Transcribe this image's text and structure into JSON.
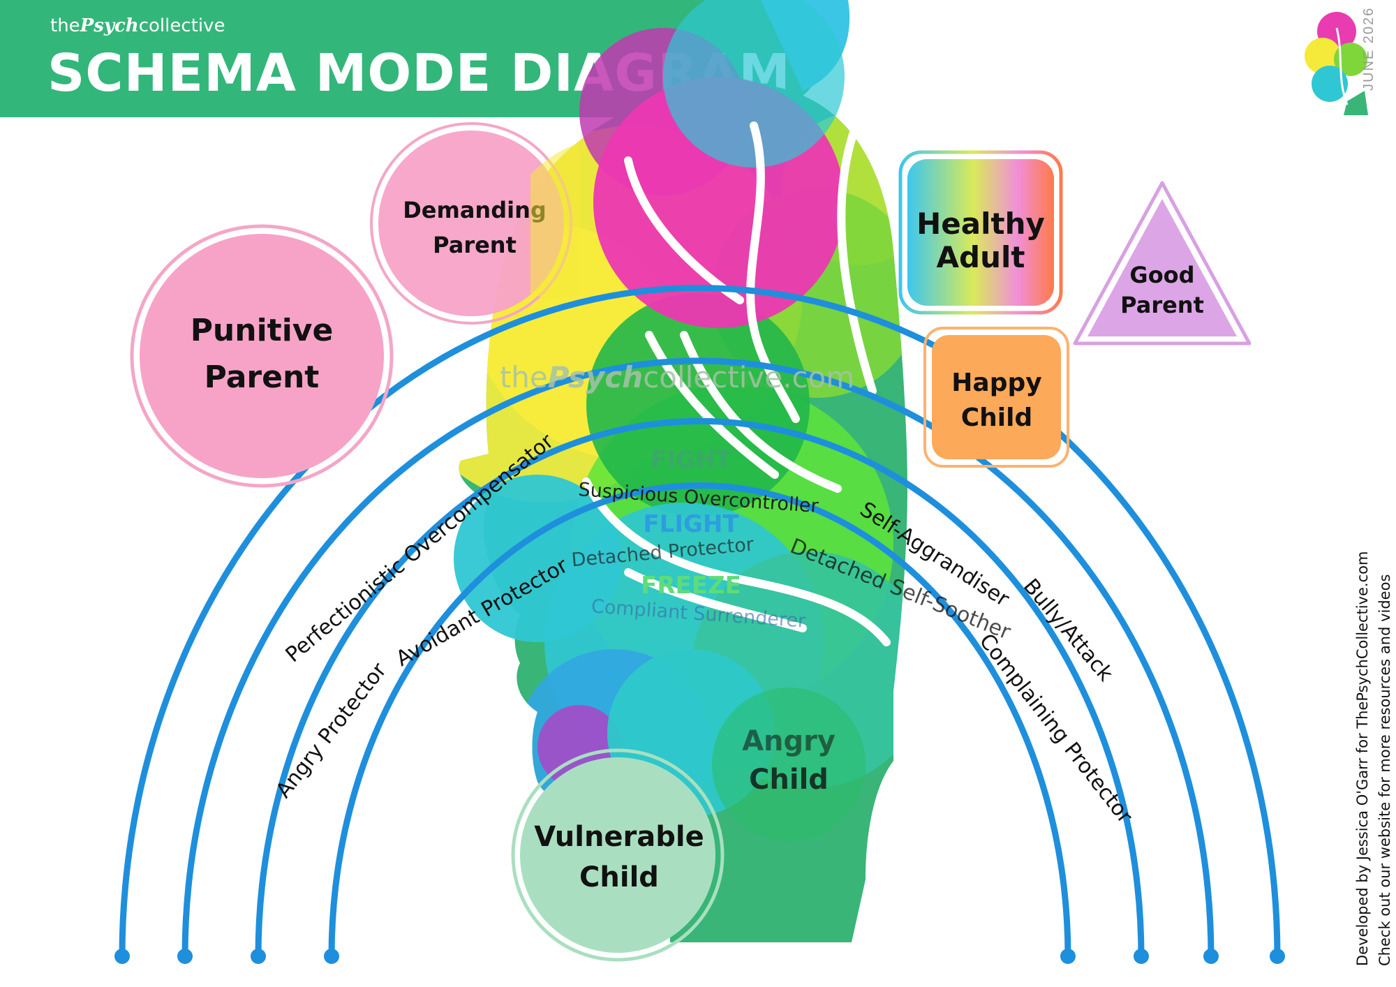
{
  "header": {
    "brand_pre": "the",
    "brand_script": "Psych",
    "brand_post": "collective",
    "title": "SCHEMA MODE DIAGRAM"
  },
  "date": "JUNE 2026",
  "watermark": {
    "pre": "the",
    "script": "Psych",
    "post": "collective.com"
  },
  "modes": {
    "punitive_parent": [
      "Punitive",
      "Parent"
    ],
    "demanding_parent": [
      "Demanding",
      "Parent"
    ],
    "healthy_adult": [
      "Healthy",
      "Adult"
    ],
    "good_parent": [
      "Good",
      "Parent"
    ],
    "happy_child": [
      "Happy",
      "Child"
    ],
    "vulnerable_child": [
      "Vulnerable",
      "Child"
    ],
    "angry_child": [
      "Angry",
      "Child"
    ]
  },
  "coping": {
    "fight": "FIGHT",
    "flight": "FLIGHT",
    "freeze": "FREEZE",
    "suspicious": "Suspicious Overcontroller",
    "detached_protector": "Detached Protector",
    "compliant": "Compliant Surrenderer"
  },
  "arc_labels": {
    "perfectionistic": "Perfectionistic Overcompensator",
    "avoidant": "Avoidant Protector",
    "angry_protector": "Angry Protector",
    "self_aggrandiser": "Self-Aggrandiser",
    "bully": "Bully/Attack",
    "detached_soother": "Detached Self-Soother",
    "complaining": "Complaining Protector"
  },
  "footer": {
    "line1": "Developed by Jessica O'Garr for ThePsychCollective.com",
    "line2": "Check out our website for more resources and videos"
  },
  "colors": {
    "header_green": "#33b67a",
    "arc_blue": "#1e8fdc",
    "punitive_pink": "#f7a3c8",
    "demanding_pink": "#f7a3c8",
    "good_parent_purple": "#dca5e6",
    "happy_child_orange": "#fda95a",
    "vulnerable_green": "#a9dfc0"
  }
}
